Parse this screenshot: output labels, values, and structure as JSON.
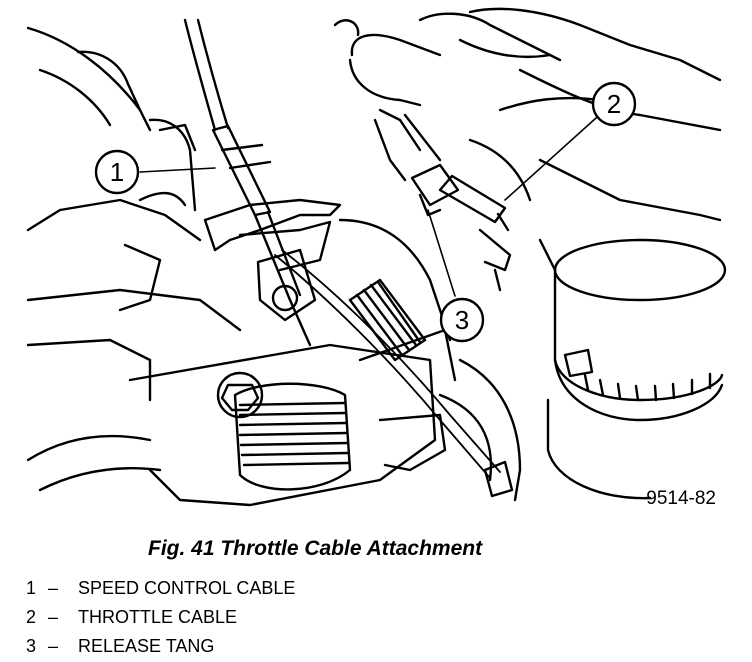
{
  "figure": {
    "caption": "Fig. 41 Throttle Cable Attachment",
    "figure_id": "9514-82",
    "callouts": [
      {
        "number": "1",
        "target": "speed-control-cable"
      },
      {
        "number": "2",
        "target": "throttle-cable"
      },
      {
        "number": "3",
        "target": "release-tang"
      }
    ]
  },
  "legend": [
    {
      "number": "1",
      "separator": "–",
      "label": "SPEED CONTROL CABLE"
    },
    {
      "number": "2",
      "separator": "–",
      "label": "THROTTLE CABLE"
    },
    {
      "number": "3",
      "separator": "–",
      "label": "RELEASE TANG"
    }
  ]
}
